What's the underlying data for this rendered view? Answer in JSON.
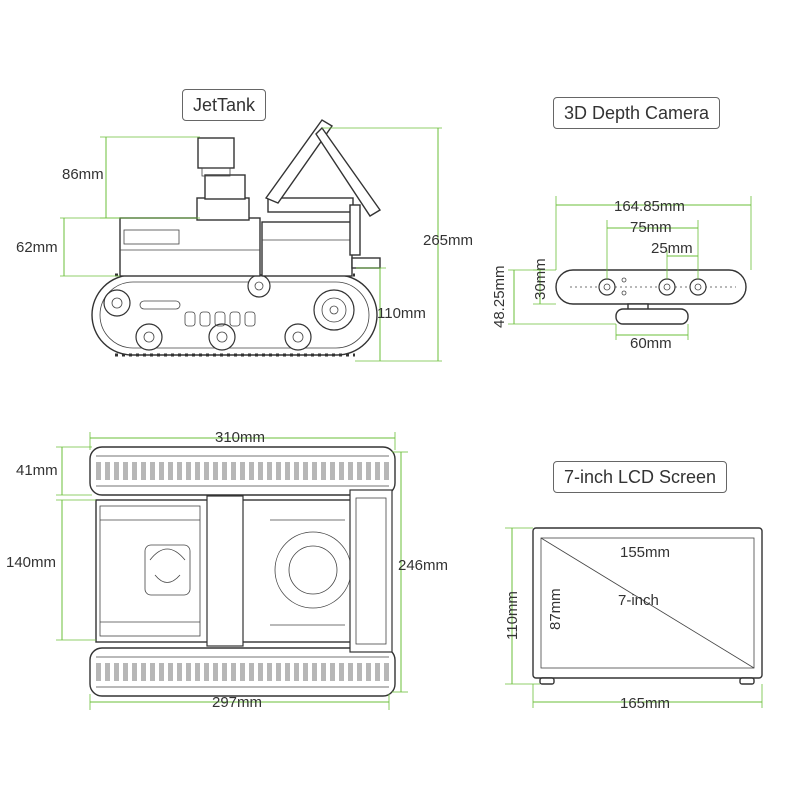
{
  "titles": {
    "jettank": "JetTank",
    "camera": "3D Depth Camera",
    "lcd": "7-inch LCD Screen"
  },
  "jettank_side": {
    "dim_86": "86mm",
    "dim_62": "62mm",
    "dim_265": "265mm",
    "dim_110": "110mm"
  },
  "camera": {
    "dim_164_85": "164.85mm",
    "dim_75": "75mm",
    "dim_25": "25mm",
    "dim_30": "30mm",
    "dim_48_25": "48.25mm",
    "dim_60": "60mm"
  },
  "jettank_top": {
    "dim_310": "310mm",
    "dim_41": "41mm",
    "dim_140": "140mm",
    "dim_246": "246mm",
    "dim_297": "297mm"
  },
  "lcd": {
    "dim_155": "155mm",
    "dim_87": "87mm",
    "label_7inch": "7-inch",
    "dim_110": "110mm",
    "dim_165": "165mm"
  },
  "colors": {
    "dimension_line": "#6bbf3a",
    "outline": "#333333",
    "title_border": "#666666"
  }
}
